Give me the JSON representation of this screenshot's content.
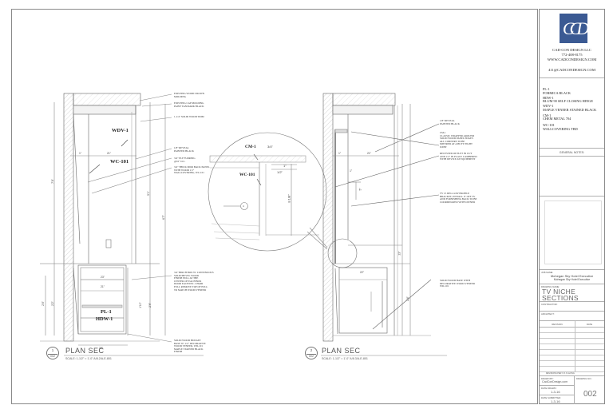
{
  "company": {
    "logo_letters": "CCD",
    "name": "CAD-CON DESIGN LLC",
    "phone": "772-408-8175",
    "website": "WWW.CADCONDESIGN.COM",
    "email": "411@CADCONDESIGN.COM"
  },
  "specs": [
    {
      "code": "PL-1",
      "desc": "FORMICA BLACK"
    },
    {
      "code": "HDW-1",
      "desc": "BLUM 90 SELF CLOSING HINGE"
    },
    {
      "code": "WDV-1",
      "desc": "MAPLE VENEER STAINED BLACK"
    },
    {
      "code": "CM-1",
      "desc": "CHEM METAL 704"
    },
    {
      "code": "WC-101",
      "desc": "WALLCOVERING TBD"
    }
  ],
  "title_block": {
    "general_notes_label": "GENERAL NOTES:",
    "job_name_label": "JOB NAME:",
    "job_name_1": "Mohegan Sky Hotel Executive",
    "job_name_2": "Mohegan Sky Hotel Executive",
    "drawing_name_label": "DRAWING NAME:",
    "drawing_name_1": "TV  NICHE",
    "drawing_name_2": "SECTIONS",
    "contractor_label": "CONTRACTOR:",
    "architect_label": "ARCHITECT:",
    "revision_header": "REVISION",
    "date_header": "DATE",
    "revision_rows": 8,
    "revisions_note": "REVISIONS PER X.X.X Along",
    "drawn_by_label": "DRAWN BY:",
    "drawn_by_value": "CadConDesign.com",
    "drawing_no_label": "DRAWING NO.:",
    "drawing_no_value": "002",
    "date_drawn_label": "DATE DRAWN:",
    "date_drawn_value": "1-3-16",
    "date_submitted_label": "DATE SUBMITTED:",
    "date_submitted_value": "1-3-16"
  },
  "views": [
    {
      "number": "1",
      "sheet": "002",
      "title": "PLAN SEC",
      "scale": "SCALE: 1-1/2\" = 1'-0\"   A/8.2/A-E-801"
    },
    {
      "number": "2",
      "sheet": "002",
      "title": "PLAN SEC",
      "scale": "SCALE: 1-1/2\" = 1'-0\"   A/8.3/A-E-801"
    }
  ],
  "section1": {
    "tags": {
      "wdv": "WDV-1",
      "wc": "WC-101",
      "pl": "PL-1",
      "hdw": "HDW-1"
    },
    "notes": [
      "EXISTING WOOD CROWN\nMOLDING",
      "EXISTING CAP MOLDING\nPAINT TAN/DARK BLACK",
      "1-1/4\" SOLID WOOD TRIM",
      "1/8\" REVEAL\nPAINTED BLACK",
      "3/4\" PLY FURRING\n@16\" O.C.",
      "3/4\" THICK MDO BACK PANEL\nWITH WOOD 1.5\"\nWALLCOVERING, WC-101",
      "3/4\" BIRCH BOX W/ CONTINUOUS\nSOLID BEVEL WOOD\nFINISH PULL AT THE\nCENTER OF EACH BOX\nDOOR EACH INC. CHAIR\nFULL REMOVE TOP OF PULL\nTO MATCH WOOD VENEER",
      "SOLID WOOD BUDGET\nBASE W/ 1/2\" DECORATIVE\nWOOD VENEER, WD-101\nMAPLE STAINED BLACK\nFINISH"
    ],
    "dims": {
      "overall_upper": "7'4\"",
      "base_total": "2'4\"",
      "base_lower": "2'2\"",
      "top_small": "1\"",
      "width_upper": "21\"",
      "side": "1\"",
      "width_base": "22\"",
      "shelf_1": "23\"",
      "shelf_2": "21\"",
      "bottom_1": "3\"",
      "bottom_2": "1\"",
      "h_upper": "5'1\"",
      "h_right": "6'7\"",
      "h_base": "1'10\"",
      "h_base_2": "2'4\""
    }
  },
  "detail": {
    "tags": {
      "cm": "CM-1",
      "wc": "WC-101",
      "ref": "4"
    },
    "dims": {
      "top": "3/4\"",
      "gap": "1\"",
      "reveal": "1/2\"",
      "panel": "8 1/8\""
    }
  },
  "section2": {
    "notes": [
      "1/8\" REVEAL\nPAINTED BLACK",
      "CM-1\nCLASSIC WRAPPER AROUND\nSOLID WOOD PANEL EDGES\nALL CORNERS TO BE\nMITERED AT A BUTT/TIGHT\nJOINT",
      "RECESSED OUTLET IN CUT\nAND 1/2\" IN PLACE CAMBERED\nWITH DEVICE AT EQUIPMENT",
      "TV 15 DEG LOW PROFILE\nBRACKET, INSTALL 6\" OFF TV\nAND FURNISHING BACK TO BE\nCOORDINATED WITH OWNER",
      "SOLID WOOD BASE WITH\nDECORATIVE WOOD VENEER\nWD-101"
    ],
    "dims": {
      "d1": "1\"",
      "d2": "21\"",
      "d3": "23\"",
      "d4": "1\"",
      "d5": "1\"",
      "d6": "5\"",
      "d7": "22\"",
      "d8": "2'4\"",
      "d9": "1\""
    }
  }
}
